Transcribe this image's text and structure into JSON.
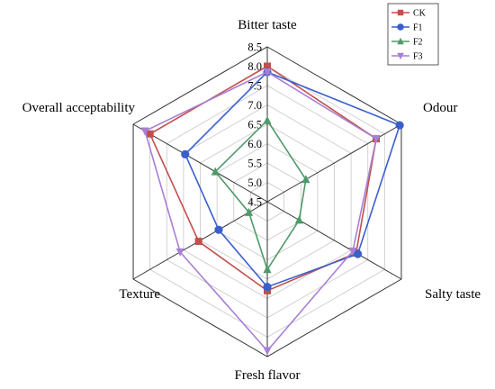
{
  "chart_data": {
    "type": "radar",
    "axes": [
      "Bitter taste",
      "Odour",
      "Salty taste",
      "Fresh flavor",
      "Texture",
      "Overall acceptability"
    ],
    "ticks": [
      "4.5",
      "5.0",
      "5.5",
      "6.0",
      "6.5",
      "7.0",
      "7.5",
      "8.0",
      "8.5"
    ],
    "rlim": [
      4.5,
      8.5
    ],
    "grid": true,
    "legend_position": "top-right",
    "series": [
      {
        "name": "CK",
        "color": "#c0504d",
        "marker": "square",
        "values": [
          8.0,
          7.75,
          7.15,
          6.8,
          6.55,
          8.0
        ]
      },
      {
        "name": "F1",
        "color": "#3a5fcd",
        "marker": "circle",
        "values": [
          7.85,
          8.45,
          7.2,
          6.7,
          5.95,
          6.95
        ]
      },
      {
        "name": "F2",
        "color": "#4e9a6a",
        "marker": "triangle-up",
        "values": [
          6.6,
          5.65,
          5.45,
          6.25,
          5.05,
          6.05
        ]
      },
      {
        "name": "F3",
        "color": "#a87fd6",
        "marker": "triangle-down",
        "values": [
          7.85,
          7.75,
          7.05,
          8.35,
          7.1,
          8.15
        ]
      }
    ]
  }
}
